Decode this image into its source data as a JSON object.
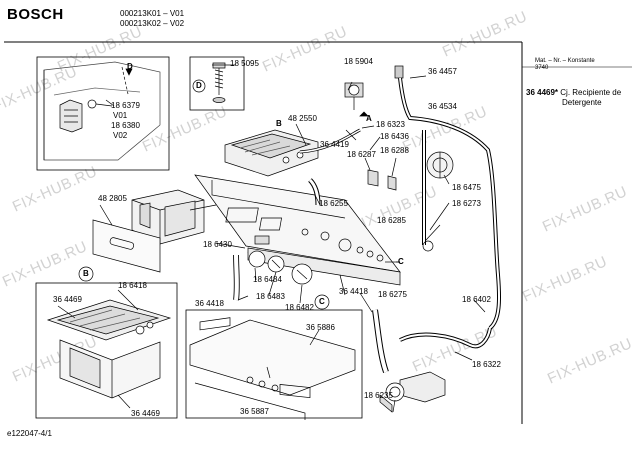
{
  "header": {
    "brand": "BOSCH",
    "model_line_1": "000213K01 – V01",
    "model_line_2": "000213K02 – V02"
  },
  "watermark": "FIX-HUB.RU",
  "legend": {
    "header_line_1": "Mat. – Nr. – Konstante",
    "header_line_2": "3740",
    "part_number": "36 4469*",
    "description_line_1": "Cj. Recipiente de",
    "description_line_2": "Detergente"
  },
  "callouts": {
    "A": "A",
    "B": "B",
    "C": "C",
    "D": "D"
  },
  "parts": {
    "p185095": "18 5095",
    "p186379": "18 6379",
    "v01": "V01",
    "p186380": "18 6380",
    "v02": "V02",
    "p482550": "48 2550",
    "p185904": "18 5904",
    "p364457": "36 4457",
    "p364534": "36 4534",
    "p186323": "18 6323",
    "p364419": "36 4419",
    "p186436": "18 6436",
    "p186287": "18 6287",
    "p186288": "18 6288",
    "p482805": "48 2805",
    "p186255": "18 6255",
    "p186475": "18 6475",
    "p186273": "18 6273",
    "p186285": "18 6285",
    "p186430": "18 6430",
    "p186418": "18 6418",
    "p364469a": "36 4469",
    "p186484": "18 6484",
    "p364418a": "36 4418",
    "p186483": "18 6483",
    "p364418b": "36 4418",
    "p186482": "18 6482",
    "p186275": "18 6275",
    "p186402": "18 6402",
    "p365886": "36 5886",
    "p186322": "18 6322",
    "p364469b": "36 4469",
    "p365887": "36 5887",
    "p186235": "18 6235"
  },
  "footer": "e122047-4/1"
}
